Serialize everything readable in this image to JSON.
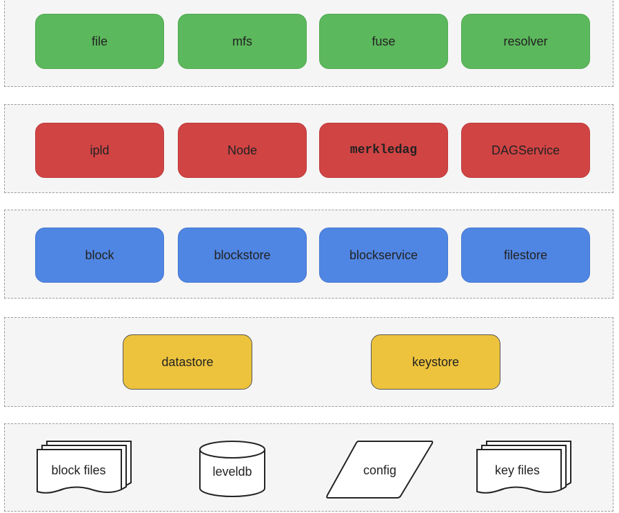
{
  "layers": {
    "ui": {
      "items": [
        "file",
        "mfs",
        "fuse",
        "resolver"
      ]
    },
    "dag": {
      "items": [
        "ipld",
        "Node",
        "merkledag",
        "DAGService"
      ]
    },
    "blocks": {
      "items": [
        "block",
        "blockstore",
        "blockservice",
        "filestore"
      ]
    },
    "stores": {
      "items": [
        "datastore",
        "keystore"
      ]
    },
    "storage": {
      "items": [
        "block files",
        "leveldb",
        "config",
        "key files"
      ]
    }
  },
  "colors": {
    "green": "#5cb85c",
    "red": "#d04444",
    "blue": "#5086e3",
    "yellow": "#edc33d"
  }
}
